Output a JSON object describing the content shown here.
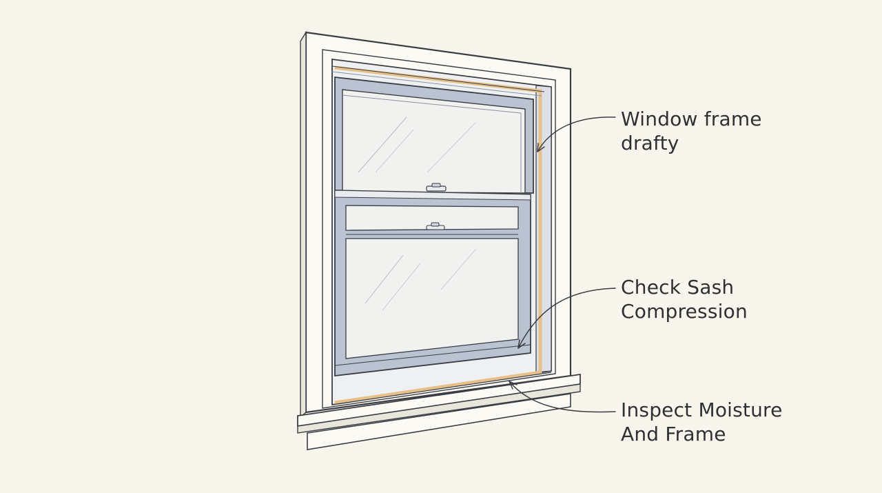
{
  "annotations": [
    {
      "id": "frame",
      "lines": [
        "Window frame",
        "drafty"
      ]
    },
    {
      "id": "sash",
      "lines": [
        "Check Sash",
        "Compression"
      ]
    },
    {
      "id": "moisture",
      "lines": [
        "Inspect Moisture",
        "And Frame"
      ]
    }
  ],
  "colors": {
    "background": "#f8f5ec",
    "trim": "#fbfaf4",
    "outline": "#3a3d44",
    "sash_metal": "#b9c3d1",
    "glass": "#f1f2f0",
    "weatherstrip": "#e6c08a",
    "text": "#2f3034"
  }
}
